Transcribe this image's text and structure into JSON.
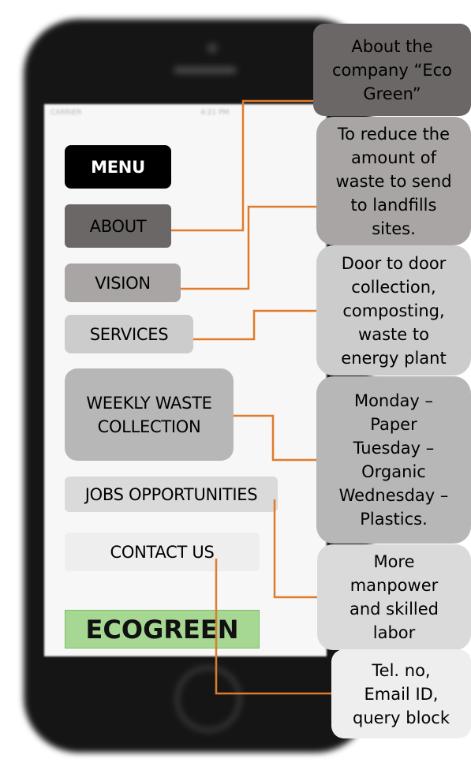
{
  "status_bar": {
    "left": "CARRIER",
    "center": "4:21 PM"
  },
  "menu": {
    "menu_label": "MENU",
    "about_label": "ABOUT",
    "vision_label": "VISION",
    "services_label": "SERVICES",
    "weekly_label_line1": "WEEKLY WASTE",
    "weekly_label_line2": "COLLECTION",
    "jobs_label": "JOBS OPPORTUNITIES",
    "contact_label": "CONTACT US",
    "brand_label": "ECOGREEN"
  },
  "callouts": {
    "about": [
      "About the",
      "company “Eco",
      "Green”"
    ],
    "vision": [
      "To reduce the",
      "amount of",
      "waste to send",
      "to landfills",
      "sites."
    ],
    "services": [
      "Door to door",
      "collection,",
      "composting,",
      "waste to",
      "energy plant"
    ],
    "weekly": [
      "Monday –",
      "Paper",
      "Tuesday –",
      "Organic",
      "Wednesday –",
      "Plastics."
    ],
    "jobs": [
      "More",
      "manpower",
      "and skilled",
      "labor"
    ],
    "contact": [
      "Tel. no,",
      "Email ID,",
      "query block"
    ]
  },
  "colors": {
    "connector": "#e07b2c",
    "about": "#6b6766",
    "vision": "#a8a5a4",
    "services": "#cdcccc",
    "weekly": "#b8b7b7",
    "jobs": "#dadada",
    "contact": "#eeeeee",
    "brand": "#a6d894"
  }
}
